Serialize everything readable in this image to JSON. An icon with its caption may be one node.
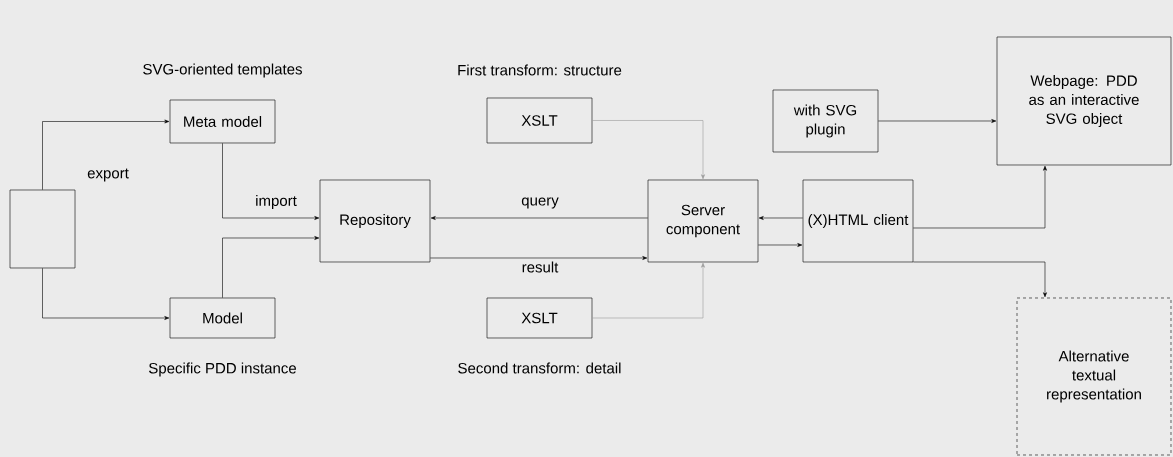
{
  "diagram": {
    "nodes": [
      {
        "text": [],
        "shape": "box"
      },
      {
        "text": [
          "Meta model"
        ],
        "beside": [
          "SVG-oriented templates"
        ]
      },
      {
        "text": [
          "Model"
        ],
        "beside": [
          "Specific PDD instance"
        ]
      },
      {
        "text": [
          "Repository"
        ]
      },
      {
        "text": [
          "XSLT"
        ],
        "beside": [
          "First transform: structure"
        ]
      },
      {
        "text": [
          "XSLT"
        ],
        "beside": [
          "Second transform: detail"
        ]
      },
      {
        "text": [
          "Server component"
        ]
      },
      {
        "text": [
          "(X)HTML client"
        ]
      },
      {
        "text": [
          "with SVG plugin"
        ]
      },
      {
        "text": [
          "Webpage: PDD as an interactive SVG object"
        ]
      },
      {
        "text": [
          "Alternative textual representation"
        ]
      }
    ],
    "edges": [
      {
        "from": 0,
        "to": 1,
        "arrow": "to",
        "label": "export"
      },
      {
        "from": 0,
        "to": 2,
        "arrow": "to"
      },
      {
        "from": 1,
        "to": 3,
        "arrow": "to",
        "label": "import"
      },
      {
        "from": 2,
        "to": 3,
        "arrow": "to"
      },
      {
        "from": 6,
        "to": 3,
        "arrow": "to",
        "label": "query"
      },
      {
        "from": 3,
        "to": 6,
        "arrow": "to",
        "label": "result"
      },
      {
        "from": 4,
        "to": 6,
        "arrow": "to",
        "color": "#9a9a9a"
      },
      {
        "from": 5,
        "to": 6,
        "arrow": "to",
        "color": "#9a9a9a"
      },
      {
        "from": 7,
        "to": 6,
        "arrow": "to"
      },
      {
        "from": 6,
        "to": 7,
        "arrow": "to"
      },
      {
        "from": 8,
        "to": 9,
        "arrow": "to"
      },
      {
        "from": 7,
        "to": 9,
        "arrow": "to"
      },
      {
        "from": 7,
        "to": 10,
        "arrow": "to"
      }
    ]
  }
}
